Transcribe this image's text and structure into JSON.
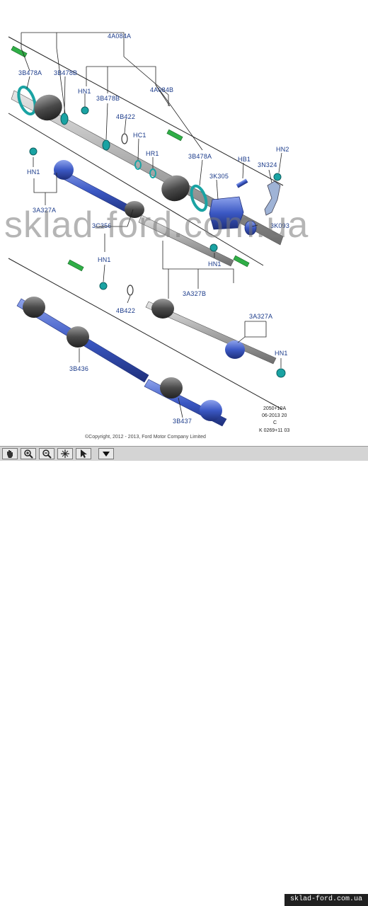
{
  "labels": {
    "4A084A": "4A084A",
    "3B478A_top": "3B478A",
    "3B478B_top": "3B478B",
    "HN1_a": "HN1",
    "3B478B_mid": "3B478B",
    "4A084B": "4A084B",
    "4B422_top": "4B422",
    "HC1": "HC1",
    "HR1": "HR1",
    "3B478A_mid": "3B478A",
    "HB1": "HB1",
    "HN2": "HN2",
    "3N324": "3N324",
    "3K305": "3K305",
    "3K093": "3K093",
    "HN1_b": "HN1",
    "3A327A_top": "3A327A",
    "3C356": "3C356",
    "HN1_c": "HN1",
    "HN1_d": "HN1",
    "3A327B": "3A327B",
    "4B422_bot": "4B422",
    "3A327A_bot": "3A327A",
    "HN1_e": "HN1",
    "3B436": "3B436",
    "3B437": "3B437"
  },
  "ref": {
    "line1": "2050+10A",
    "line2": "06-2013 20",
    "line3": "C",
    "line4": "K 0269+11 03"
  },
  "watermark": "sklad-ford.com.ua",
  "copyright": "©Copyright, 2012 - 2013, Ford Motor Company Limited",
  "toolbar": {
    "tools": [
      "hand-icon",
      "zoom-in-icon",
      "zoom-out-icon",
      "fit-icon",
      "cursor-icon",
      "dropdown-icon"
    ],
    "site": "sklad-ford.com.ua"
  },
  "colors": {
    "label": "#1a3a8a",
    "part_blue": "#3b58c4",
    "boot": "#4a4a4a",
    "grease_green": "#2fae46",
    "seal_teal": "#1aa3a3"
  }
}
